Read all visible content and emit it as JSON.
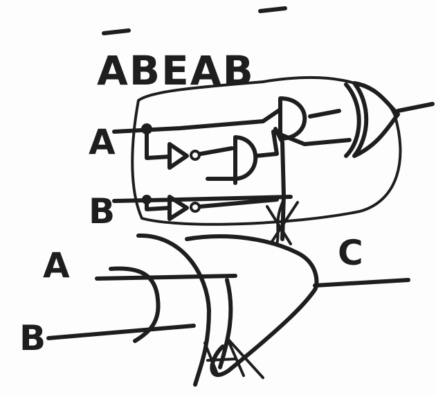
{
  "expression": {
    "text": "ABEAB",
    "overbar_characters": [
      "A",
      "B"
    ]
  },
  "inputs": {
    "top_a": "A",
    "top_b": "B",
    "bottom_a": "A",
    "bottom_b": "B"
  },
  "output": {
    "label": "C"
  },
  "colors": {
    "ink": "#1e1e1e",
    "paper": "#fdfdfd"
  }
}
